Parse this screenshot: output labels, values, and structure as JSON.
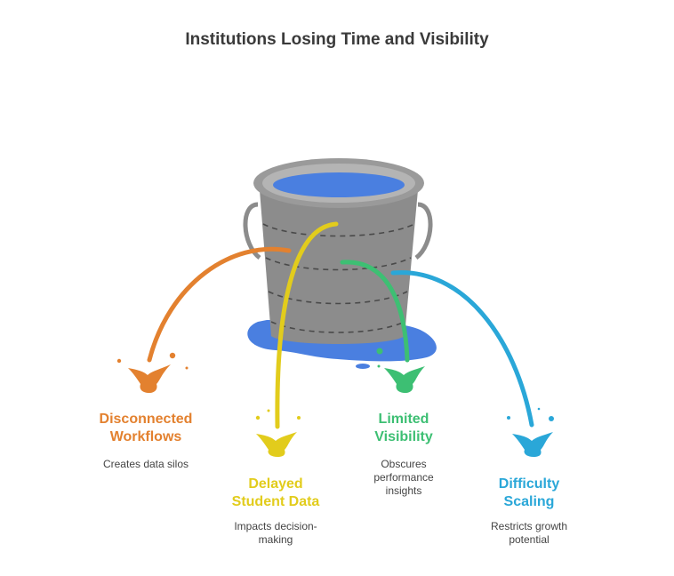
{
  "title": "Institutions Losing Time and Visibility",
  "colors": {
    "bucket": "#8c8c8c",
    "bucket_rim": "#9a9a9a",
    "water": "#4a7fe0",
    "orange": "#e3812f",
    "yellow": "#e2cc1c",
    "green": "#3dbf73",
    "blue": "#2aa7d8"
  },
  "items": [
    {
      "id": "disconnected",
      "label_line1": "Disconnected",
      "label_line2": "Workflows",
      "desc_line1": "Creates data silos",
      "desc_line2": "",
      "color": "#e3812f",
      "icon": "splash-icon"
    },
    {
      "id": "delayed",
      "label_line1": "Delayed",
      "label_line2": "Student Data",
      "desc_line1": "Impacts decision-",
      "desc_line2": "making",
      "color": "#e2cc1c",
      "icon": "splash-icon"
    },
    {
      "id": "limited",
      "label_line1": "Limited",
      "label_line2": "Visibility",
      "desc_line1": "Obscures",
      "desc_line2": "performance",
      "desc_line3": "insights",
      "color": "#3dbf73",
      "icon": "splash-icon"
    },
    {
      "id": "scaling",
      "label_line1": "Difficulty",
      "label_line2": "Scaling",
      "desc_line1": "Restricts growth",
      "desc_line2": "potential",
      "color": "#2aa7d8",
      "icon": "splash-icon"
    }
  ]
}
